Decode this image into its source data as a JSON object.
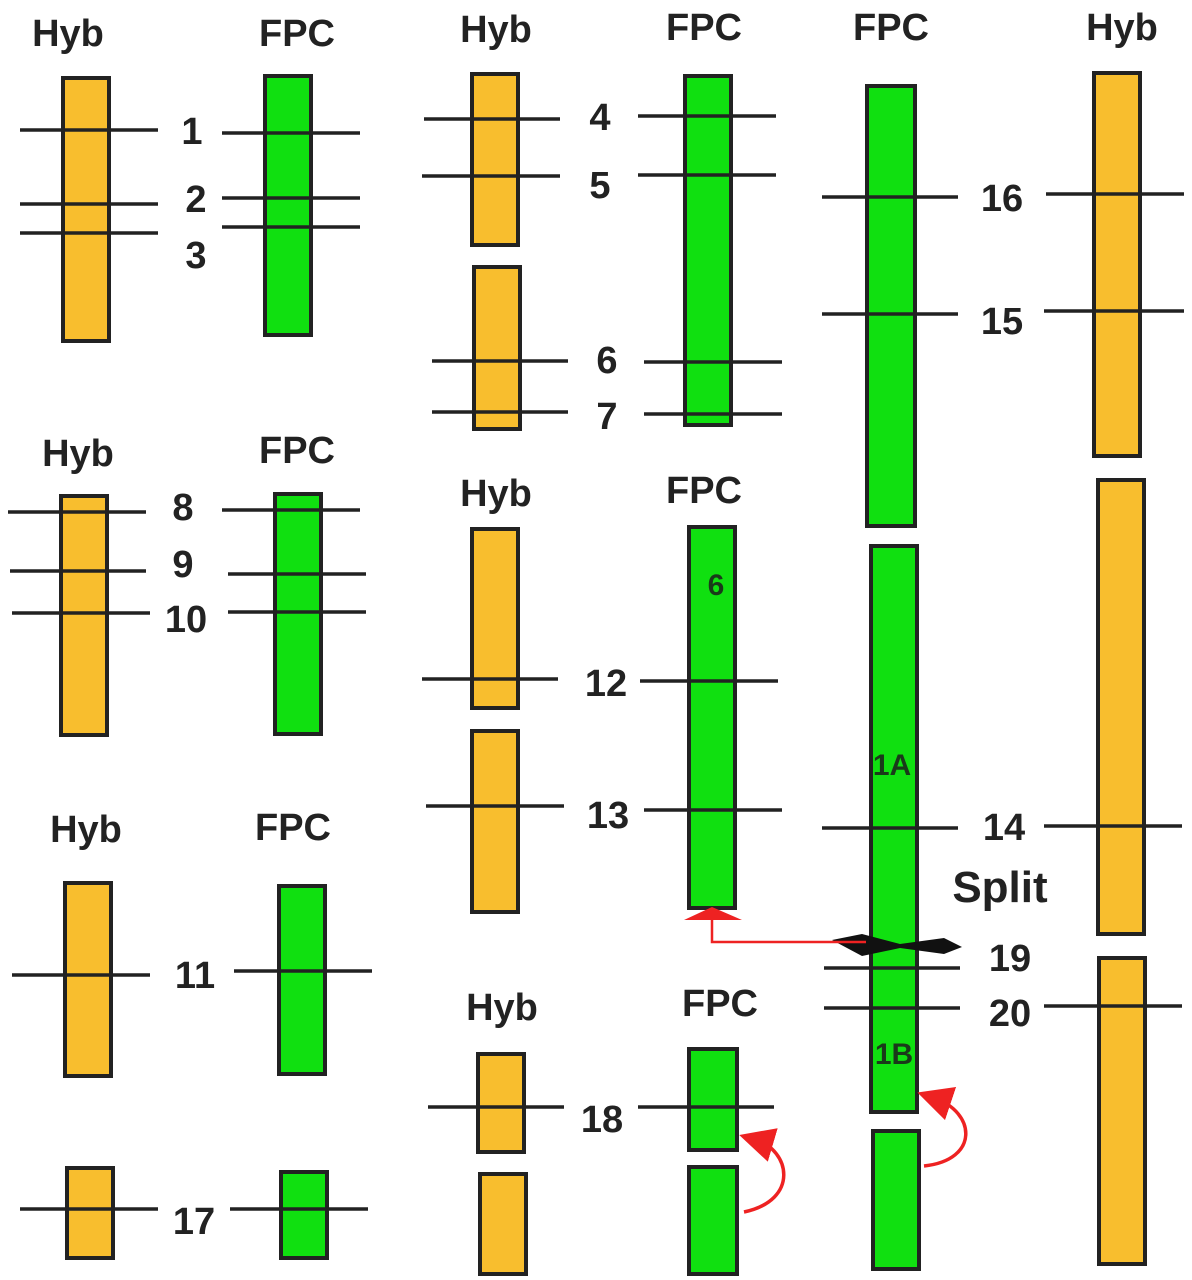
{
  "colors": {
    "hyb_fill": "#F8BE2E",
    "fpc_fill": "#10E010",
    "outline": "#222222",
    "arrow_red": "#EE2222",
    "split_mark": "#111111"
  },
  "labels": {
    "hyb": "Hyb",
    "fpc": "FPC",
    "split": "Split"
  },
  "markers": {
    "m1": "1",
    "m2": "2",
    "m3": "3",
    "m4": "4",
    "m5": "5",
    "m6": "6",
    "m7": "7",
    "m8": "8",
    "m9": "9",
    "m10": "10",
    "m11": "11",
    "m12": "12",
    "m13": "13",
    "m14": "14",
    "m15": "15",
    "m16": "16",
    "m17": "17",
    "m18": "18",
    "m19": "19",
    "m20": "20"
  },
  "contig_labels": {
    "c6": "6",
    "c1a": "1A",
    "c1b": "1B"
  }
}
